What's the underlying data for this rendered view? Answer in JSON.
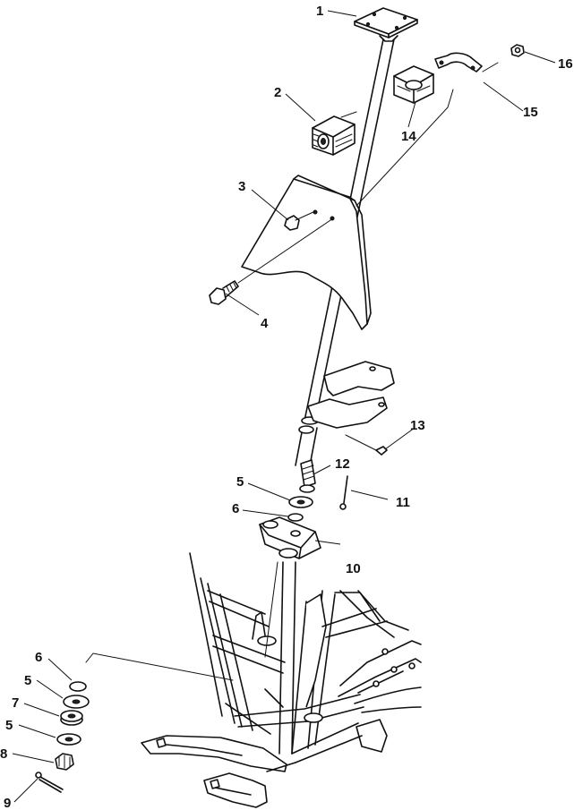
{
  "callouts": [
    {
      "id": "c1",
      "text": "1"
    },
    {
      "id": "c2",
      "text": "2"
    },
    {
      "id": "c3",
      "text": "3"
    },
    {
      "id": "c4",
      "text": "4"
    },
    {
      "id": "c5a",
      "text": "5"
    },
    {
      "id": "c6a",
      "text": "6"
    },
    {
      "id": "c6b",
      "text": "6"
    },
    {
      "id": "c5b",
      "text": "5"
    },
    {
      "id": "c7",
      "text": "7"
    },
    {
      "id": "c5c",
      "text": "5"
    },
    {
      "id": "c8",
      "text": "8"
    },
    {
      "id": "c9",
      "text": "9"
    },
    {
      "id": "c10",
      "text": "10"
    },
    {
      "id": "c11",
      "text": "11"
    },
    {
      "id": "c12",
      "text": "12"
    },
    {
      "id": "c13",
      "text": "13"
    },
    {
      "id": "c14",
      "text": "14"
    },
    {
      "id": "c15",
      "text": "15"
    },
    {
      "id": "c16",
      "text": "16"
    }
  ]
}
